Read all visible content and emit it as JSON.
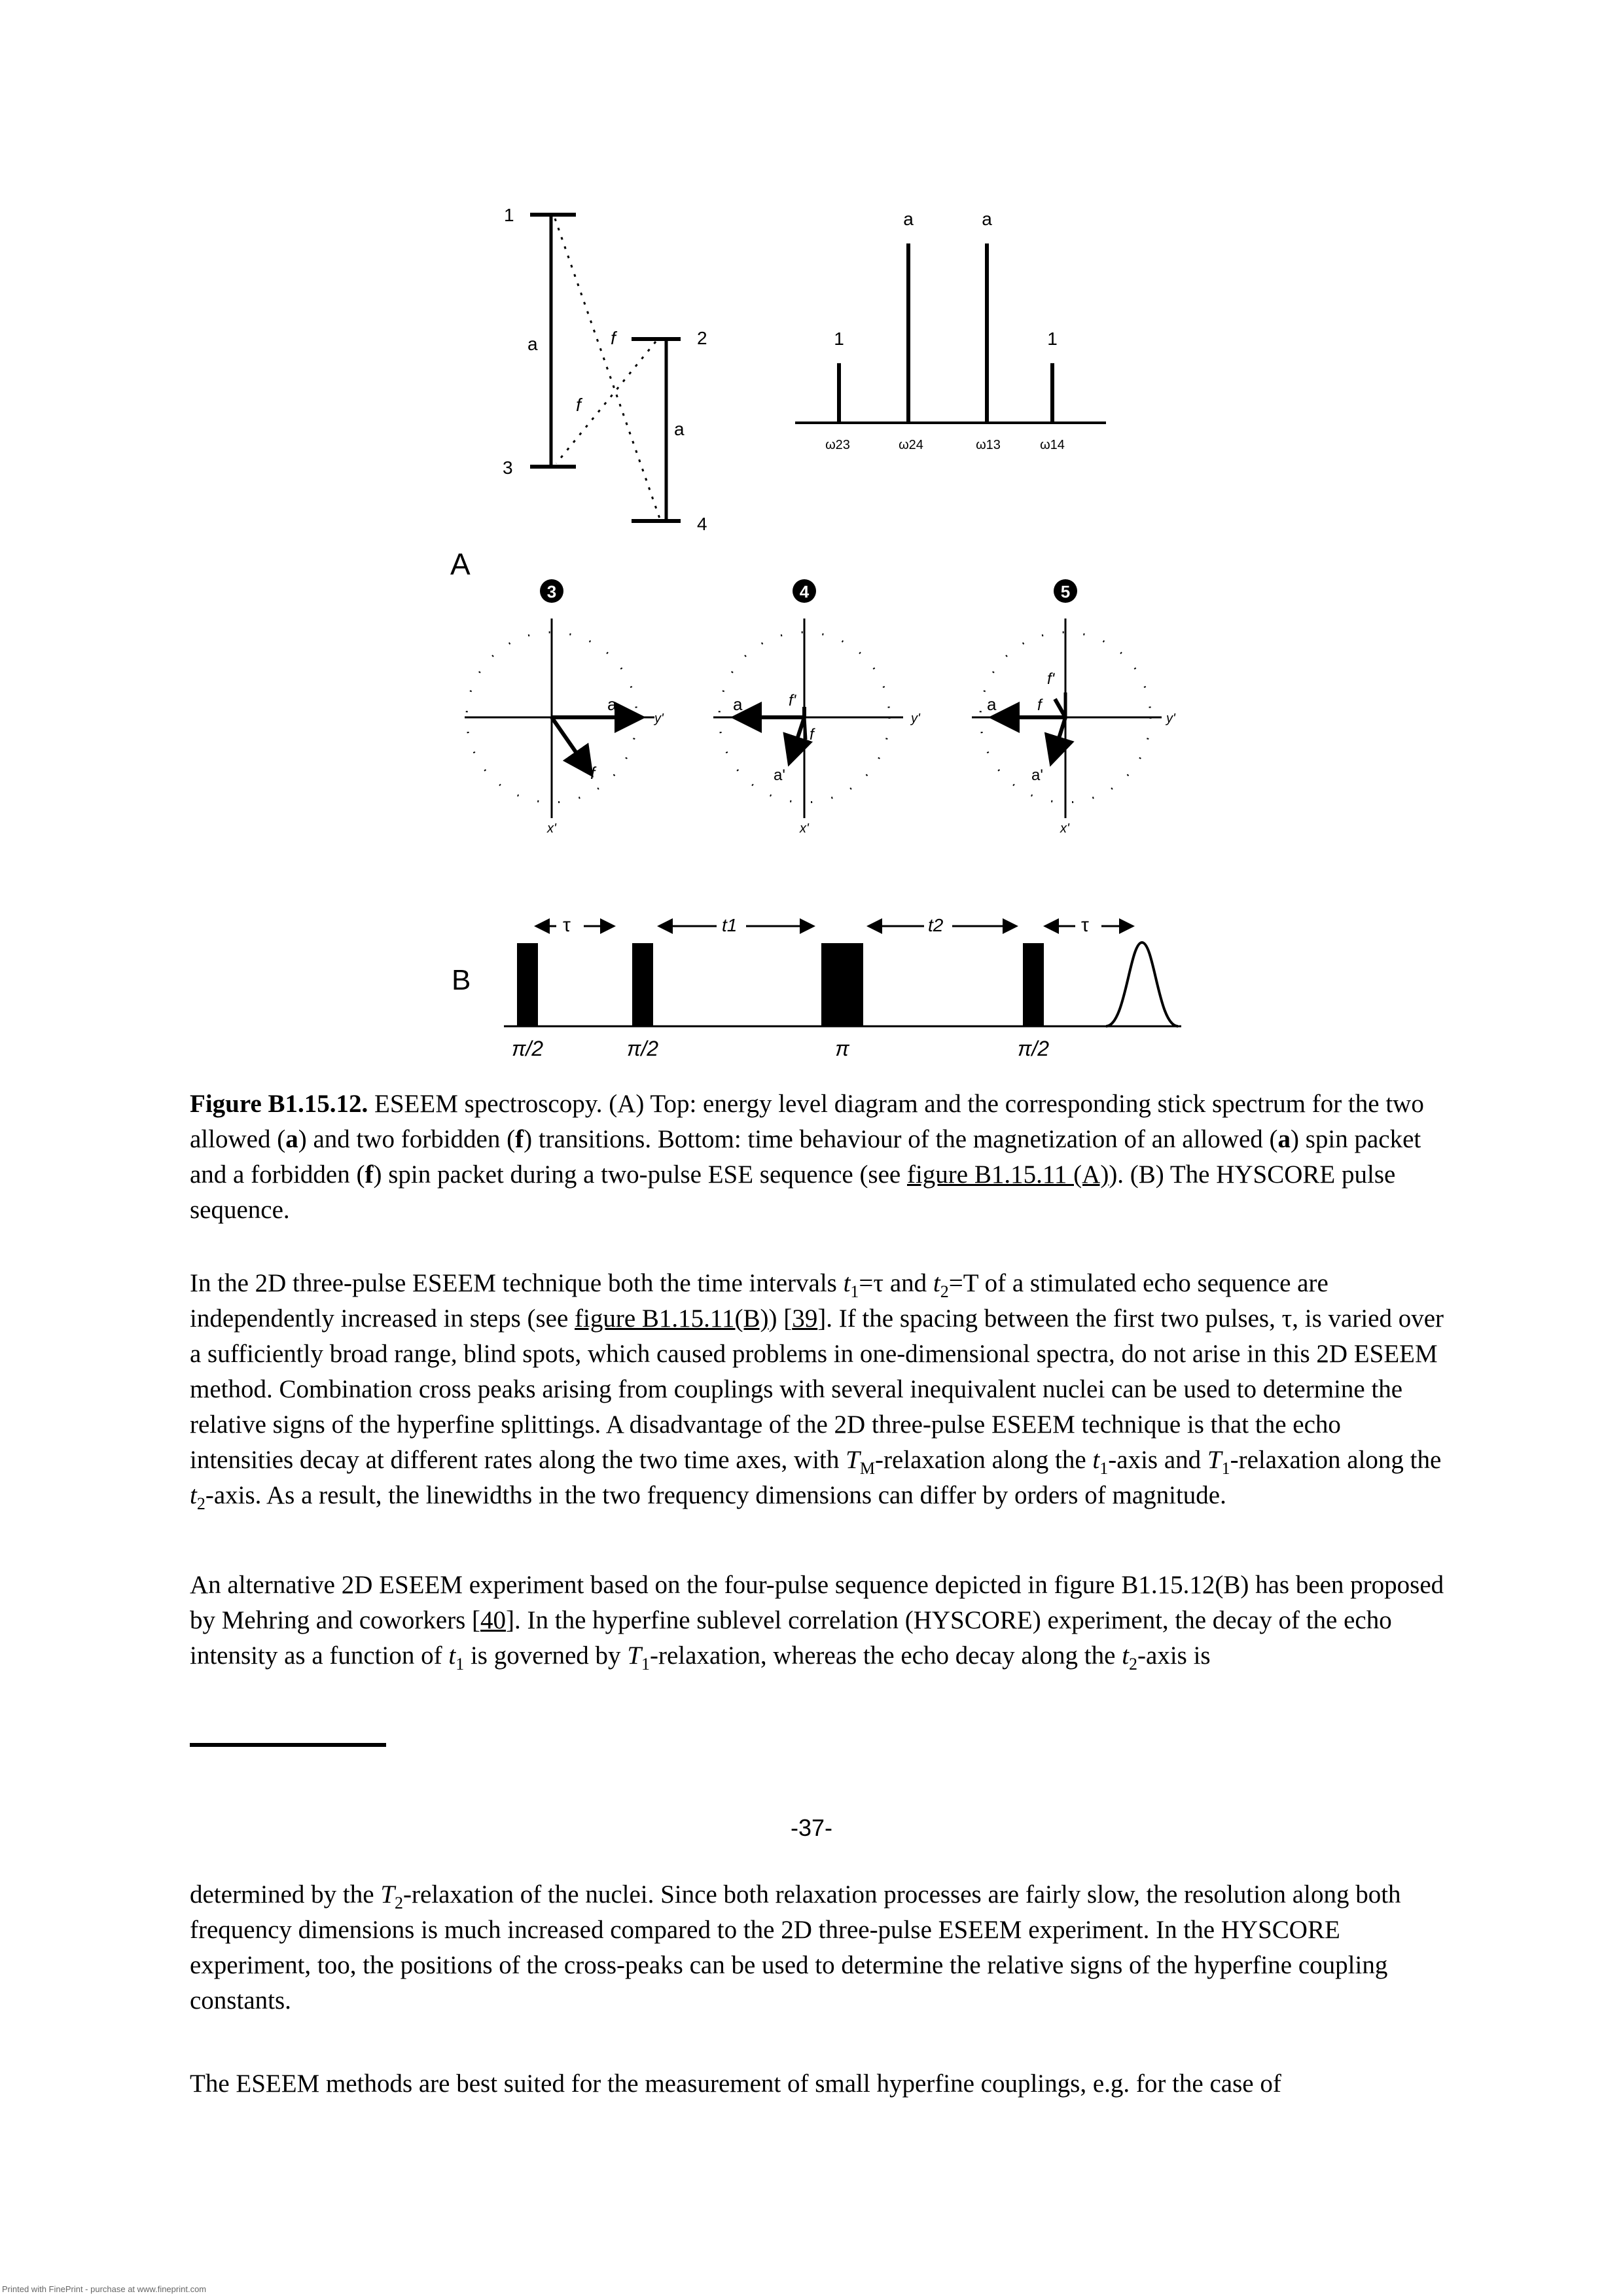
{
  "figure": {
    "panel_a_label": "A",
    "panel_b_label": "B",
    "energy_levels": {
      "l1": "1",
      "l2": "2",
      "l3": "3",
      "l4": "4"
    },
    "transition_labels": {
      "allowed_left": "a",
      "allowed_right": "a",
      "forbidden_upper": "f",
      "forbidden_lower": "f"
    },
    "stick_spectrum": {
      "peak_labels": [
        "1",
        "a",
        "a",
        "1"
      ],
      "peak_intensity": [
        0.33,
        1.0,
        1.0,
        0.33
      ],
      "axis_labels": [
        "ω23",
        "ω24",
        "ω13",
        "ω14"
      ]
    },
    "vector_panels": [
      {
        "number": "3",
        "x_axis": "x'",
        "y_axis": "y'",
        "labels": [
          "a",
          "f"
        ]
      },
      {
        "number": "4",
        "x_axis": "x'",
        "y_axis": "y'",
        "labels": [
          "a",
          "f'",
          "f",
          "a'"
        ]
      },
      {
        "number": "5",
        "x_axis": "x'",
        "y_axis": "y'",
        "labels": [
          "a",
          "f",
          "f'",
          "a'"
        ]
      }
    ],
    "pulse_sequence": {
      "intervals": [
        "τ",
        "t1",
        "t2",
        "τ"
      ],
      "pulses": [
        "π/2",
        "π/2",
        "π",
        "π/2"
      ]
    }
  },
  "caption": {
    "label": "Figure B1.15.12.",
    "t1": " ESEEM spectroscopy. (A) Top: energy level diagram and the corresponding stick spectrum for the two allowed (",
    "b1": "a",
    "t2": ") and two forbidden (",
    "b2": "f",
    "t3": ") transitions. Bottom: time behaviour of the magnetization of an allowed (",
    "b3": "a",
    "t4": ") spin packet and a forbidden (",
    "b4": "f",
    "t5": ") spin packet during a two-pulse ESE sequence (see ",
    "link": "figure B1.15.11 (A)",
    "t6": "). (B) The HYSCORE pulse sequence."
  },
  "p1": {
    "s1": "In the 2D three-pulse ESEEM technique both the time intervals ",
    "t": "t",
    "sub1": "1",
    "s2": "=τ and ",
    "sub2": "2",
    "s3": "=T of a stimulated echo sequence are independently increased in steps (see ",
    "link1": "figure B1.15.11(B)",
    "s4": ") [",
    "link2": "39",
    "s5": "]. If the spacing between the first two pulses, τ, is varied over a sufficiently broad range, blind spots, which caused problems in one-dimensional spectra, do not arise in this 2D ESEEM method. Combination cross peaks arising from couplings with several inequivalent nuclei can be used to determine the relative signs of the hyperfine splittings. A disadvantage of the 2D three-pulse ESEEM technique is that the echo intensities decay at different rates along the two time axes, with ",
    "T": "T",
    "subM": "M",
    "s6": "-relaxation along the ",
    "s7": "-axis and ",
    "s8": "-relaxation along the ",
    "s9": "-axis. As a result, the linewidths in the two frequency dimensions can differ by orders of magnitude."
  },
  "p2": {
    "s1": "An alternative 2D ESEEM experiment based on the four-pulse sequence depicted in figure B1.15.12(B) has been proposed by Mehring and coworkers [",
    "link": "40",
    "s2": "]. In the hyperfine sublevel correlation (HYSCORE) experiment, the decay of the echo intensity as a function of ",
    "s3": " is governed by ",
    "s4": "-relaxation, whereas the echo decay along the ",
    "s5": "-axis is"
  },
  "page_number": "-37-",
  "p3": {
    "s1": "determined by the ",
    "s2": "-relaxation of the nuclei. Since both relaxation processes are fairly slow, the resolution along both frequency dimensions is much increased compared to the 2D three-pulse ESEEM experiment. In the HYSCORE experiment, too, the positions of the cross-peaks can be used to determine the relative signs of the hyperfine coupling constants."
  },
  "p4": {
    "s1": "The ESEEM methods are best suited for the measurement of small hyperfine couplings, e.g. for the case of"
  },
  "printed_with": "Printed with FinePrint - purchase at www.fineprint.com"
}
